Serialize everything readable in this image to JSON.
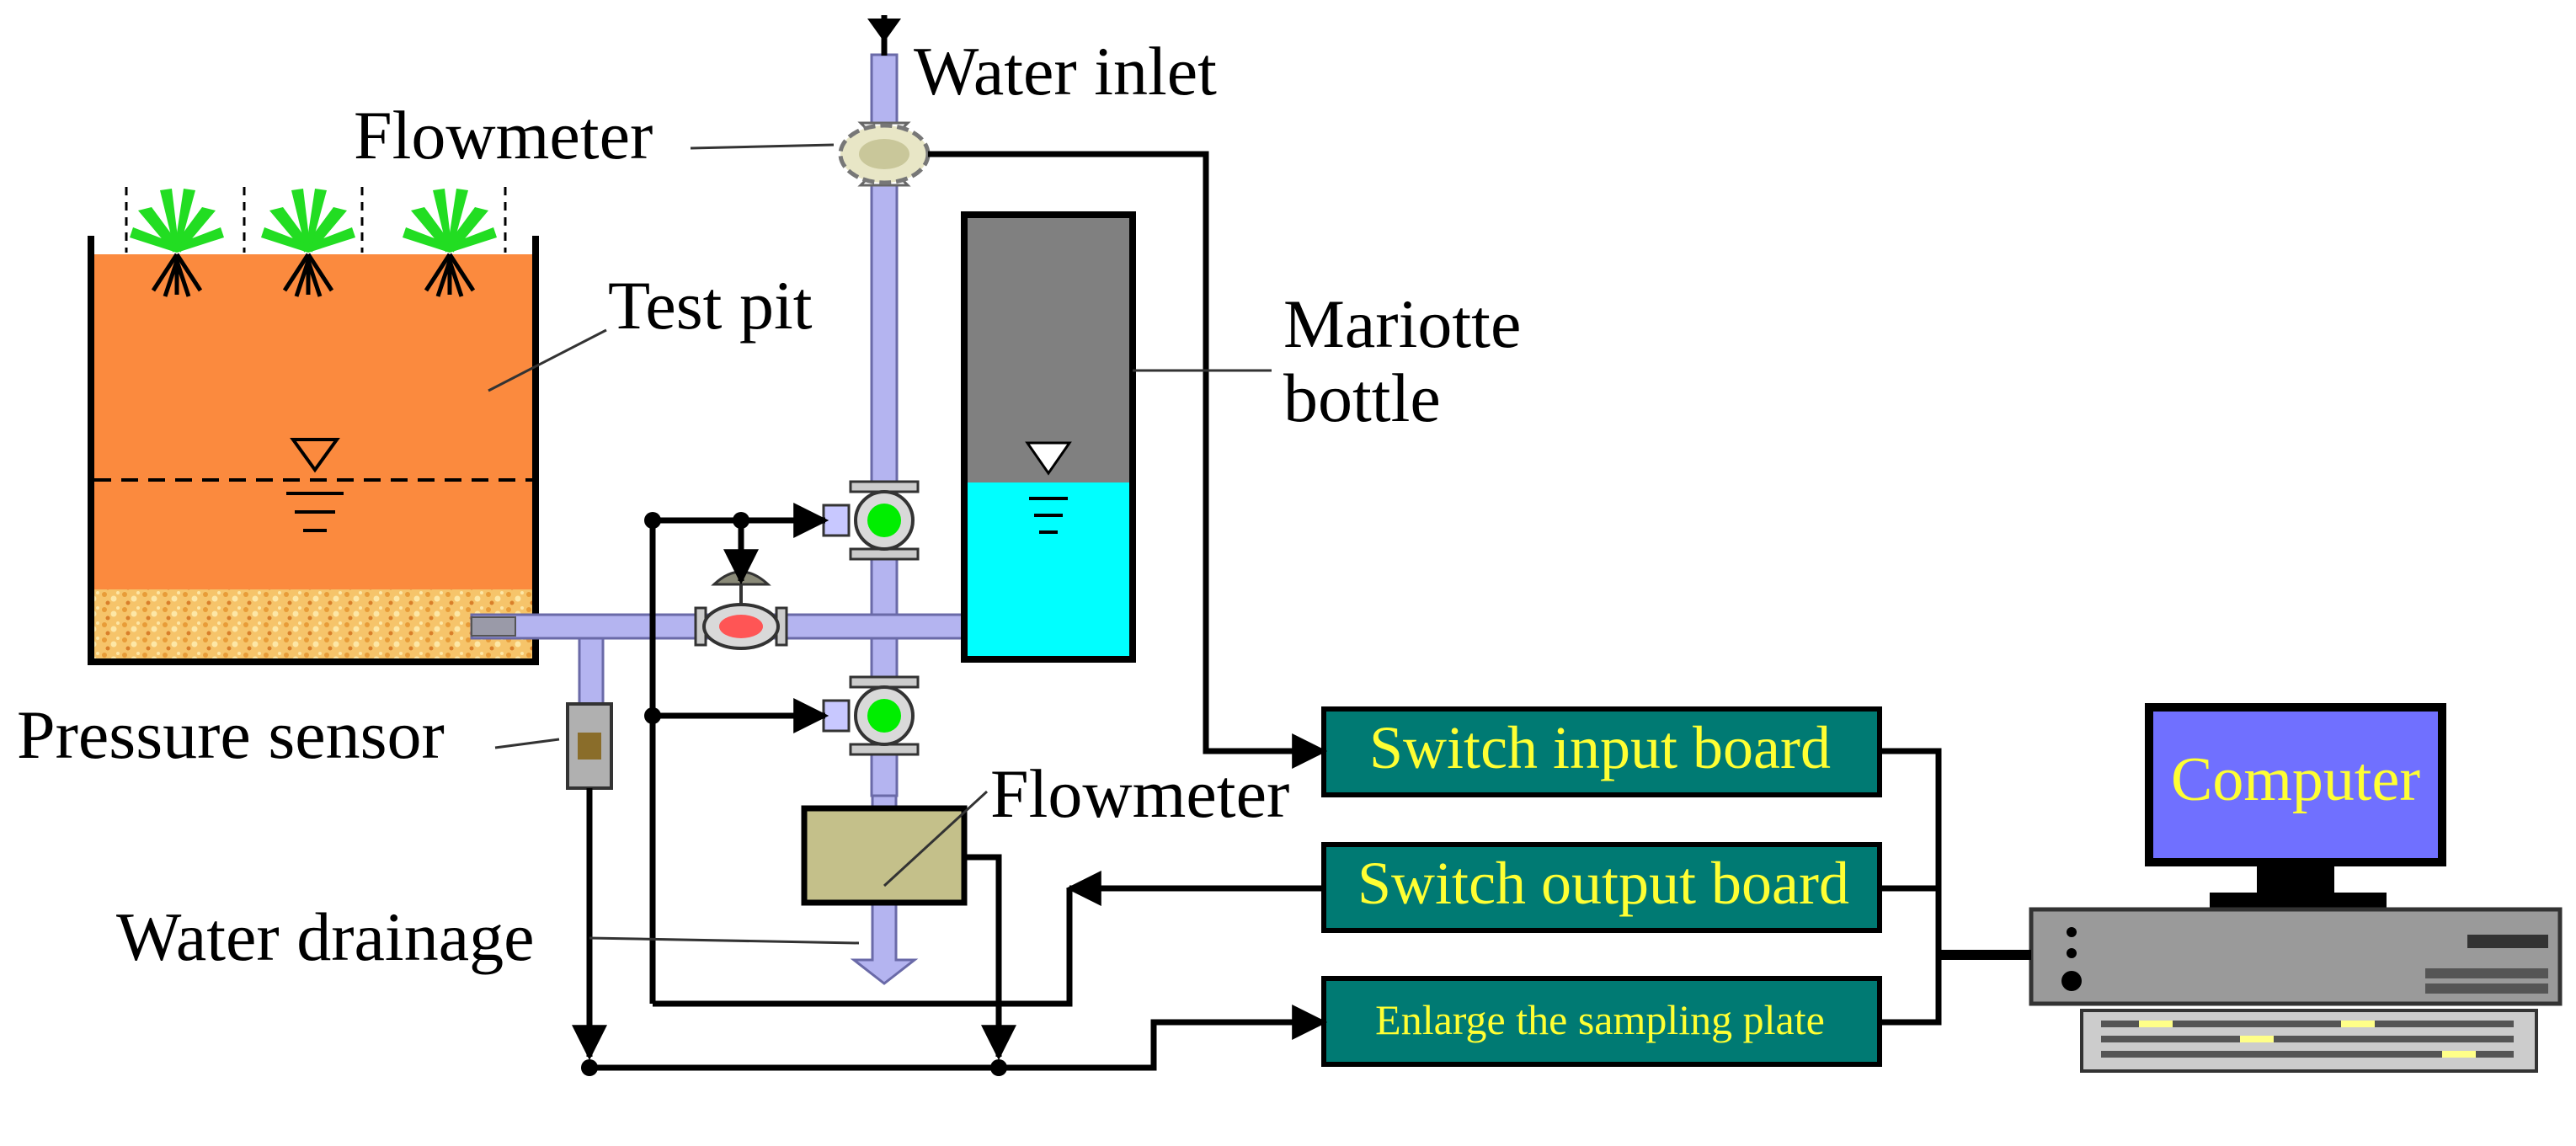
{
  "labels": {
    "water_inlet": "Water inlet",
    "flowmeter_top": "Flowmeter",
    "test_pit": "Test pit",
    "mariotte_line1": "Mariotte",
    "mariotte_line2": "bottle",
    "pressure_sensor": "Pressure sensor",
    "flowmeter_bottom": "Flowmeter",
    "water_drainage": "Water drainage"
  },
  "boards": {
    "switch_input": "Switch input board",
    "switch_output": "Switch output board",
    "sampling": "Enlarge the sampling plate"
  },
  "computer": {
    "label": "Computer"
  },
  "colors": {
    "soil": "#fb8a3e",
    "gravel": "#f6c46a",
    "water": "#00ffff",
    "bottle_air": "#808080",
    "pipe": "#b4b4f0",
    "board": "#007a73",
    "board_text": "#ffff33",
    "screen": "#7070ff",
    "plant": "#22dd22",
    "valve_open": "#00ee00",
    "valve_closed": "#ff5555",
    "flowmeter_box": "#c4c08a"
  },
  "icons": [
    "plant-icon",
    "water-level-icon",
    "valve-icon",
    "flowmeter-icon",
    "pressure-sensor-icon",
    "computer-icon"
  ]
}
